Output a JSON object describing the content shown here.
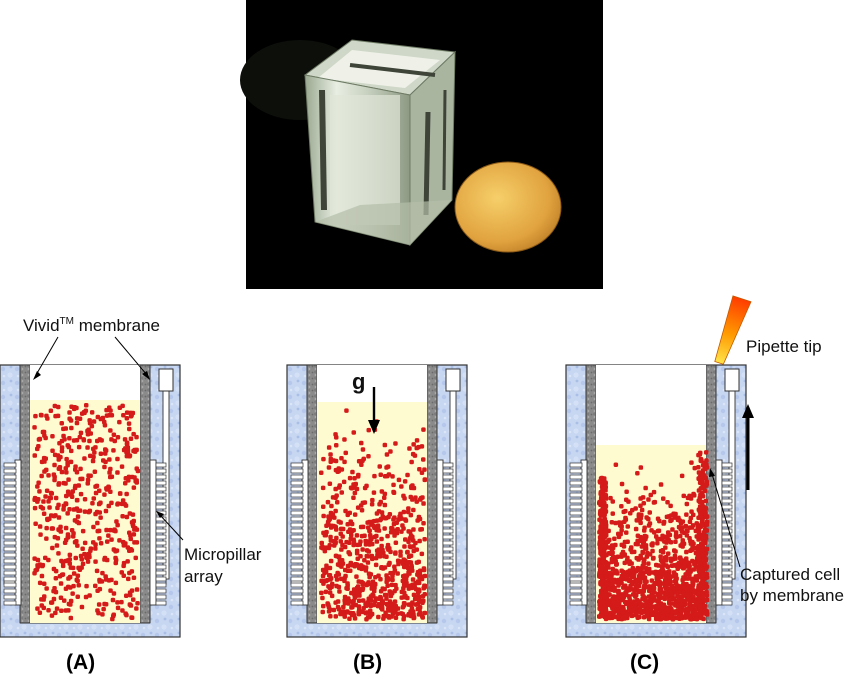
{
  "labels": {
    "membrane_prefix": "Vivid",
    "membrane_sup": "TM",
    "membrane_suffix": " membrane",
    "micropillar_line1": "Micropillar",
    "micropillar_line2": "array",
    "gravity": "g",
    "pipette_tip": "Pipette tip",
    "captured_line1": "Captured cell",
    "captured_line2": "by membrane"
  },
  "panels": [
    {
      "id": "A",
      "label": "(A)",
      "cell_distribution": "uniform"
    },
    {
      "id": "B",
      "label": "(B)",
      "cell_distribution": "settling toward bottom"
    },
    {
      "id": "C",
      "label": "(C)",
      "cell_distribution": "concentrated at bottom and captured on membrane"
    }
  ],
  "colors": {
    "outer_block": "#c9d8f2",
    "membrane": "#8a8a8a",
    "medium": "#fffbd0",
    "cell": "#d51a1a",
    "photo_background": "#000000",
    "coin": "#e3a94a"
  }
}
